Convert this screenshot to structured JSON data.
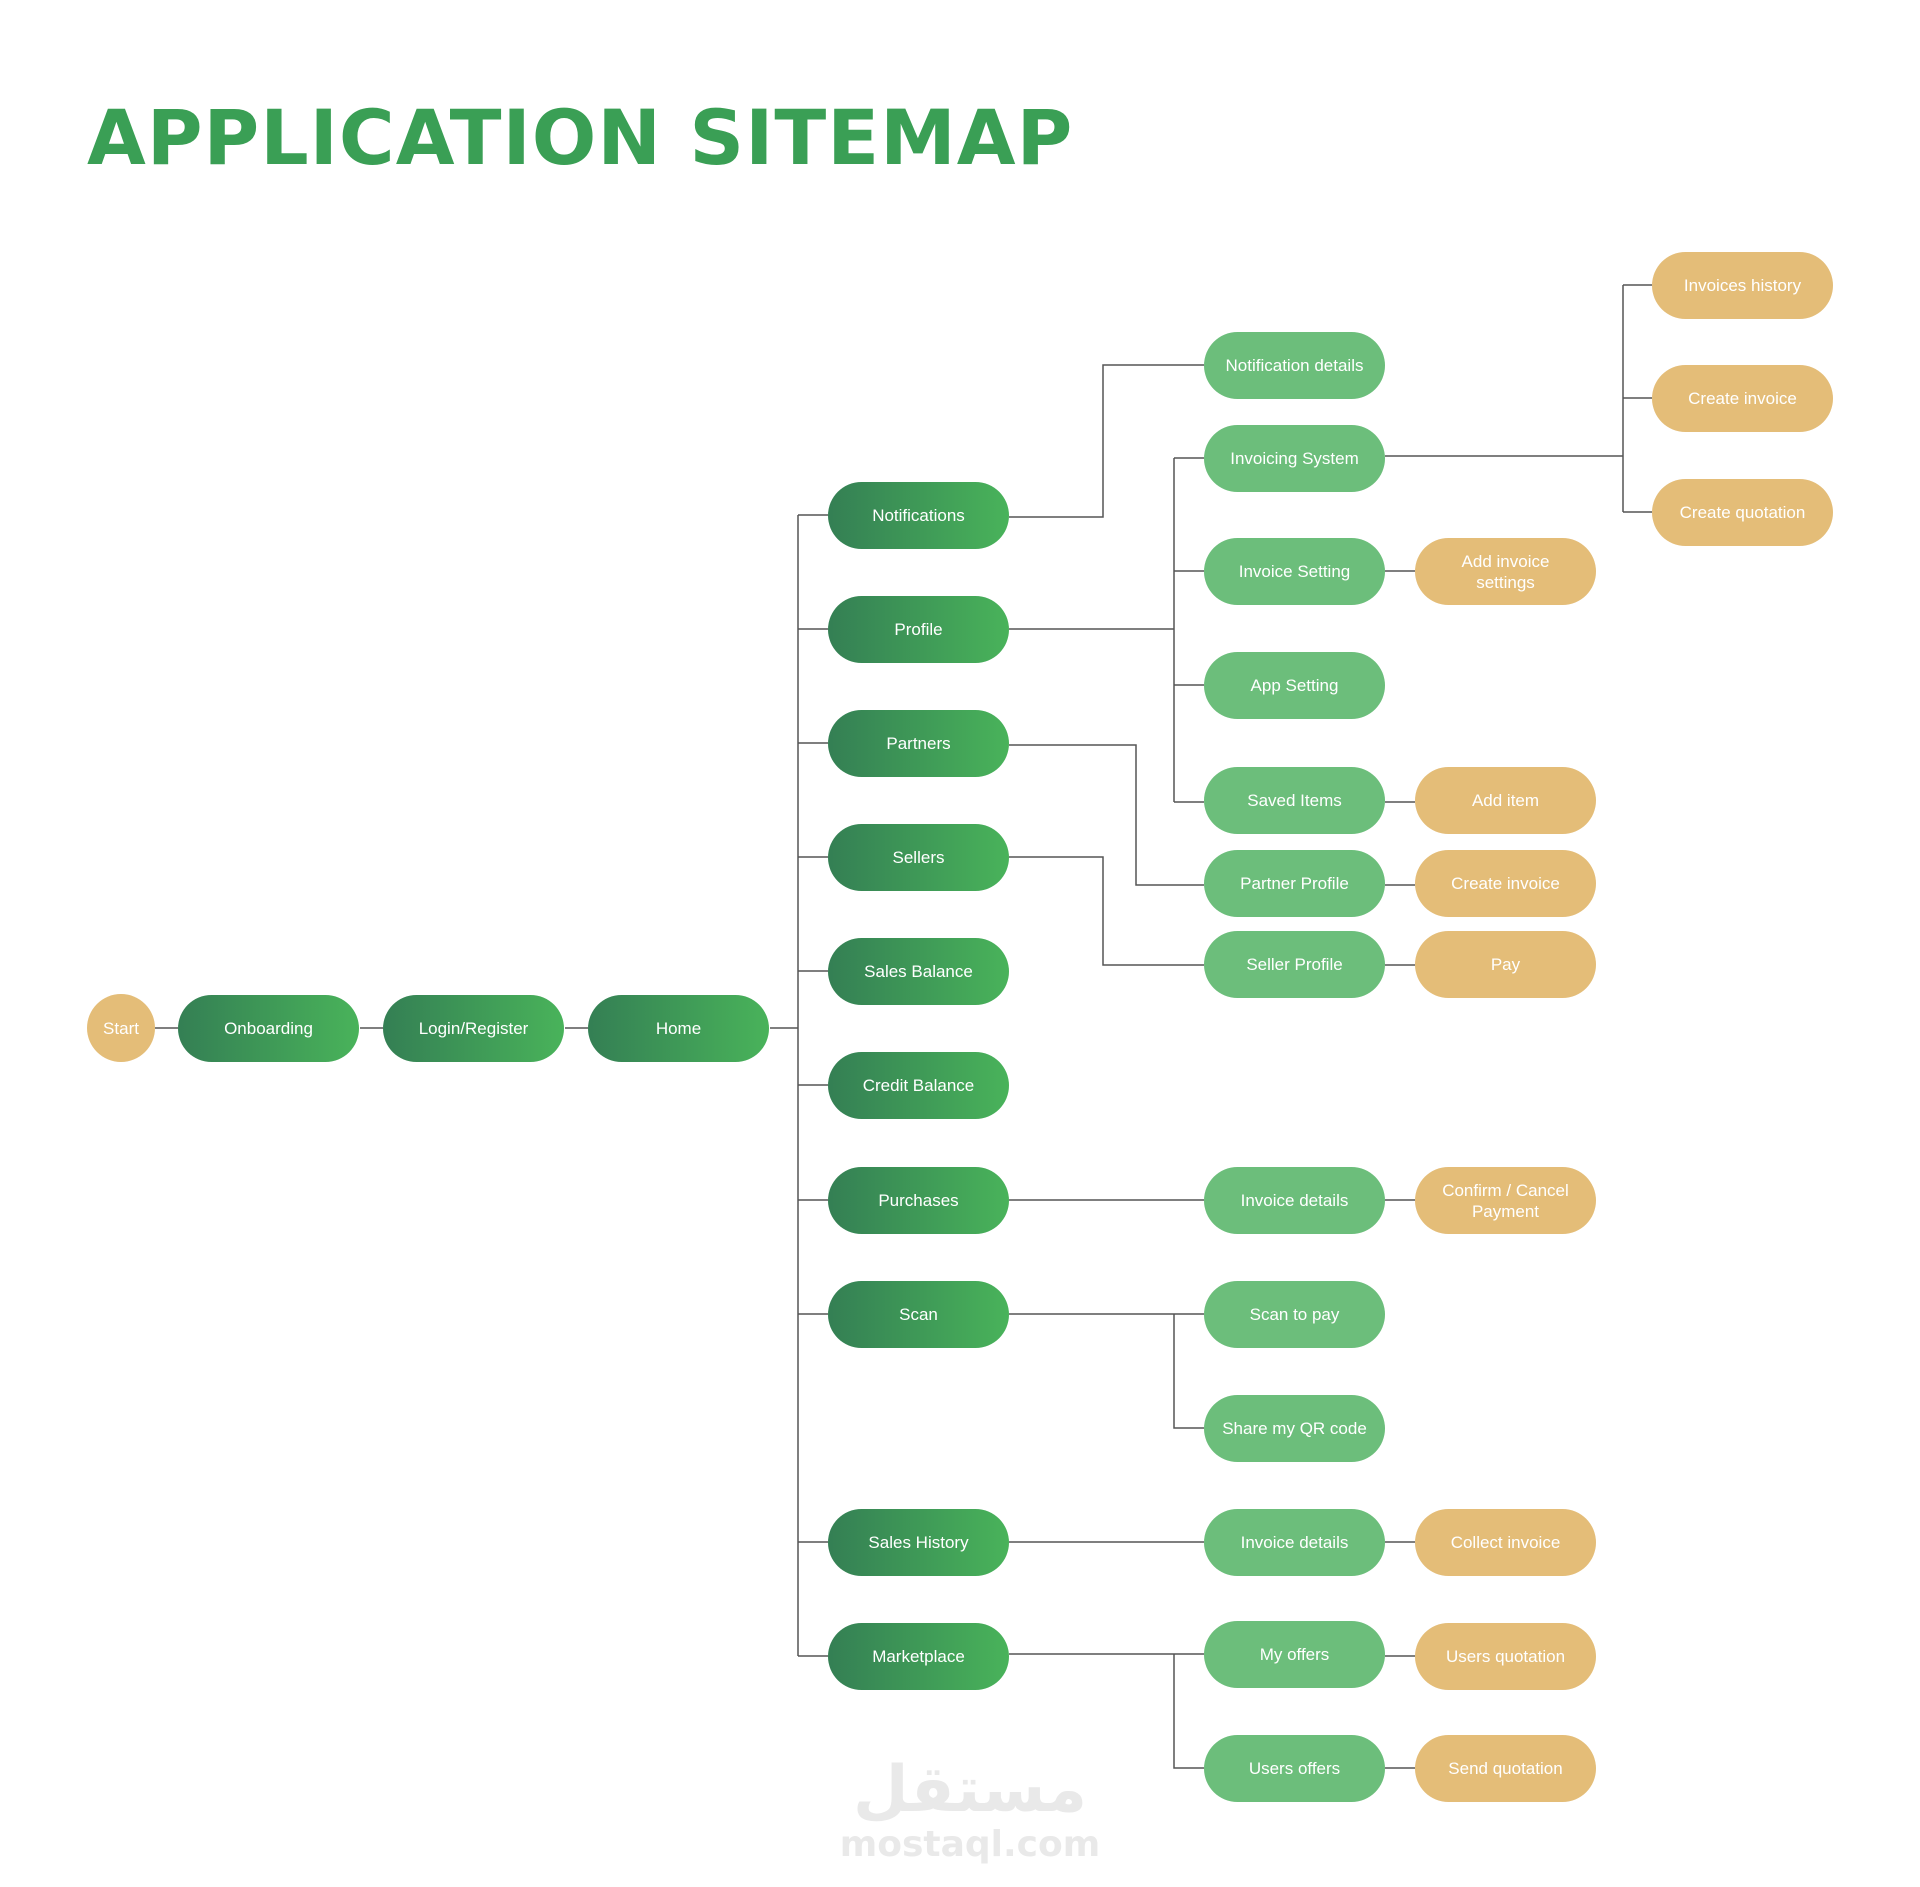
{
  "title": "APPLICATION SITEMAP",
  "colors": {
    "title": "#3a9f55",
    "primary_node_gradient": [
      "#347f54",
      "#49b35a"
    ],
    "secondary_node": "#6cbe7b",
    "tertiary_node": "#e4bd78",
    "connector": "#555555"
  },
  "nodes": {
    "start": "Start",
    "onboarding": "Onboarding",
    "login": "Login/Register",
    "home": "Home",
    "notifications": "Notifications",
    "profile": "Profile",
    "partners": "Partners",
    "sellers": "Sellers",
    "sales_balance": "Sales Balance",
    "credit_balance": "Credit Balance",
    "purchases": "Purchases",
    "scan": "Scan",
    "sales_history": "Sales History",
    "marketplace": "Marketplace",
    "notification_details": "Notification details",
    "invoicing_system": "Invoicing System",
    "invoice_setting": "Invoice Setting",
    "app_setting": "App Setting",
    "saved_items": "Saved Items",
    "partner_profile": "Partner Profile",
    "seller_profile": "Seller Profile",
    "purchases_invoice_details": "Invoice details",
    "scan_to_pay": "Scan to pay",
    "share_qr": "Share my QR code",
    "sales_invoice_details": "Invoice details",
    "my_offers": "My offers",
    "users_offers": "Users offers",
    "invoices_history": "Invoices history",
    "invoicing_create_invoice": "Create invoice",
    "create_quotation": "Create quotation",
    "add_invoice_settings": "Add invoice\nsettings",
    "add_item": "Add item",
    "partner_create_invoice": "Create invoice",
    "pay": "Pay",
    "confirm_cancel_payment": "Confirm / Cancel\nPayment",
    "collect_invoice": "Collect invoice",
    "users_quotation": "Users quotation",
    "send_quotation": "Send quotation"
  },
  "watermark": {
    "arabic": "مستقل",
    "latin": "mostaql.com"
  }
}
